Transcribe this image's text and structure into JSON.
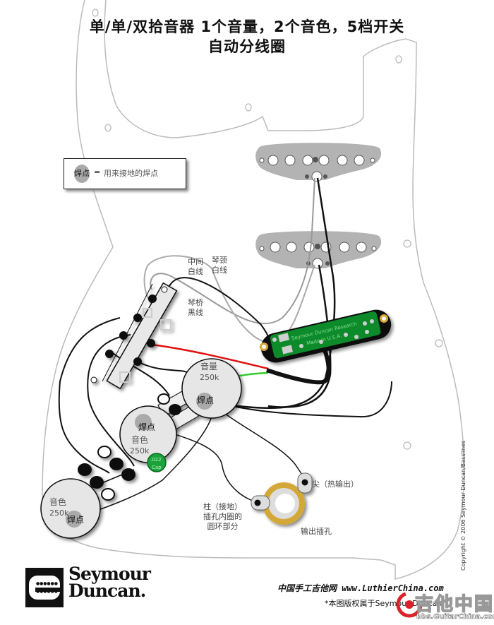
{
  "title": {
    "line1": "单/单/双拾音器 1个音量，2个音色，5档开关",
    "line2": "自动分线圈"
  },
  "legend": {
    "key": "焊点",
    "equals": "=",
    "description": "用来接地的焊点"
  },
  "wire_labels": {
    "middle_white": "中间\n白线",
    "neck_white": "琴颈\n白线",
    "bridge_black": "琴桥\n黑线"
  },
  "pickups": {
    "neck": "single-coil",
    "middle": "single-coil",
    "bridge_humbucker_text1": "Seymour Duncan Research",
    "bridge_humbucker_text2": "Made in U.S.A."
  },
  "controls": {
    "volume": {
      "label": "音量",
      "value": "250k",
      "ground": "焊点"
    },
    "tone1": {
      "label": "音色",
      "value": "250k",
      "ground": "焊点"
    },
    "tone2": {
      "label": "音色",
      "value": "250k",
      "ground": "焊点"
    },
    "capacitor": {
      "line1": ".022",
      "line2": "Cap"
    }
  },
  "jack": {
    "tip_label": "尖（热输出）",
    "sleeve_label": "柱（接地）\n插孔内圈的\n圆环部分",
    "name": "输出插孔"
  },
  "colors": {
    "pickguard_outline": "#bbbbbb",
    "pickup_cover": "#b3b3b3",
    "pcb_green": "#0e8a2c",
    "pcb_black": "#111111",
    "hot_wire_red": "#e01010",
    "green_wire": "#33cc33",
    "cap_green": "#1aa33a",
    "jack_gold": "#d4a838",
    "ground_blob": "#aaaaaa"
  },
  "brand": {
    "line1": "Seymour",
    "line2": "Duncan."
  },
  "copyright": "Copyright © 2006 Seymour Duncan/Basslines",
  "footer": {
    "site": "中国手工吉他网 www.LuthierChina.com",
    "rights": "*本图版权属于Seymour Duncan"
  },
  "watermark": {
    "text": "吉他中国",
    "url": "bbs.GuitarChina.com"
  }
}
